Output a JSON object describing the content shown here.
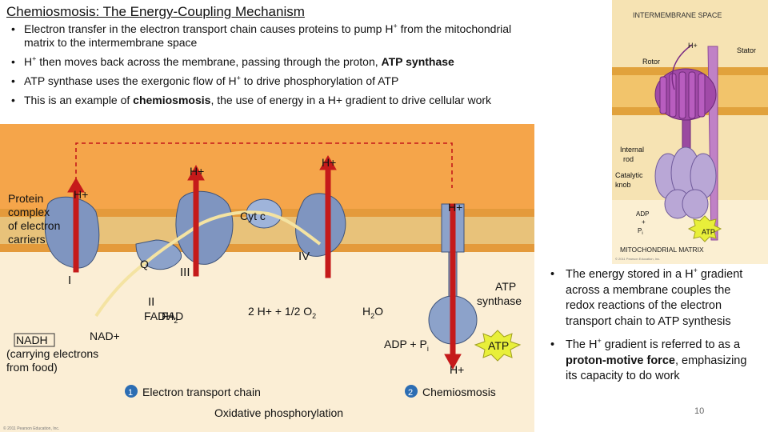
{
  "slide": {
    "title": "Chemiosmosis: The Energy-Coupling Mechanism",
    "page_number": "10"
  },
  "bullets": [
    {
      "pre": "Electron transfer in the electron transport chain causes proteins to pump H",
      "sup": "+",
      "post": " from the mitochondrial matrix to the intermembrane space",
      "bold": "",
      "tail": ""
    },
    {
      "pre": "H",
      "sup": "+",
      "post": " then moves back across the membrane, passing through the proton, ",
      "bold": "ATP synthase",
      "tail": ""
    },
    {
      "pre": "ATP synthase uses the exergonic flow of H",
      "sup": "+",
      "post": " to drive phosphorylation of ATP",
      "bold": "",
      "tail": ""
    },
    {
      "pre": "This is an example of ",
      "sup": "",
      "post": "",
      "bold": "chemiosmosis",
      "tail": ", the use of energy in a H+ gradient to drive cellular work"
    }
  ],
  "right_bullets": {
    "b1_pre": "The energy stored in a H",
    "b1_sup": "+",
    "b1_post": " gradient across a membrane couples the redox reactions of the electron transport chain to ATP synthesis",
    "b2_pre": "The H",
    "b2_sup": "+",
    "b2_mid": " gradient is referred to as a ",
    "b2_bold": "proton-motive force",
    "b2_post": ", emphasizing its capacity to do work"
  },
  "atp_figure": {
    "intermembrane": "INTERMEMBRANE SPACE",
    "h_plus": "H+",
    "stator": "Stator",
    "rotor": "Rotor",
    "internal_rod_1": "Internal",
    "internal_rod_2": "rod",
    "catalytic_1": "Catalytic",
    "catalytic_2": "knob",
    "adp": "ADP",
    "plus": "+",
    "pi": "P",
    "pi_sub": "i",
    "atp": "ATP",
    "matrix": "MITOCHONDRIAL MATRIX",
    "copyright": "© 2011 Pearson Education, Inc."
  },
  "main_figure": {
    "protein_complex": [
      "Protein",
      "complex",
      "of electron",
      "carriers"
    ],
    "h_plus": "H+",
    "cyt_c": "Cyt c",
    "q": "Q",
    "complex_i": "I",
    "complex_ii": "II",
    "complex_iii": "III",
    "complex_iv": "IV",
    "fadh2": "FADH",
    "fadh2_sub": "2",
    "fad": "FAD",
    "nadh": "NADH",
    "nad_plus": "NAD+",
    "carrying_1": "(carrying electrons",
    "carrying_2": "from food)",
    "oxygen_eq": "2 H+ + 1/2 O",
    "oxygen_sub": "2",
    "water": "H",
    "water_sub": "2",
    "water_o": "O",
    "atp_synthase_1": "ATP",
    "atp_synthase_2": "synthase",
    "adp_pi": "ADP + P",
    "adp_pi_sub": "i",
    "atp": "ATP",
    "step1_num": "1",
    "step1": "Electron transport chain",
    "step2_num": "2",
    "step2": "Chemiosmosis",
    "oxidative": "Oxidative phosphorylation",
    "copyright": "© 2011 Pearson Education, Inc."
  }
}
